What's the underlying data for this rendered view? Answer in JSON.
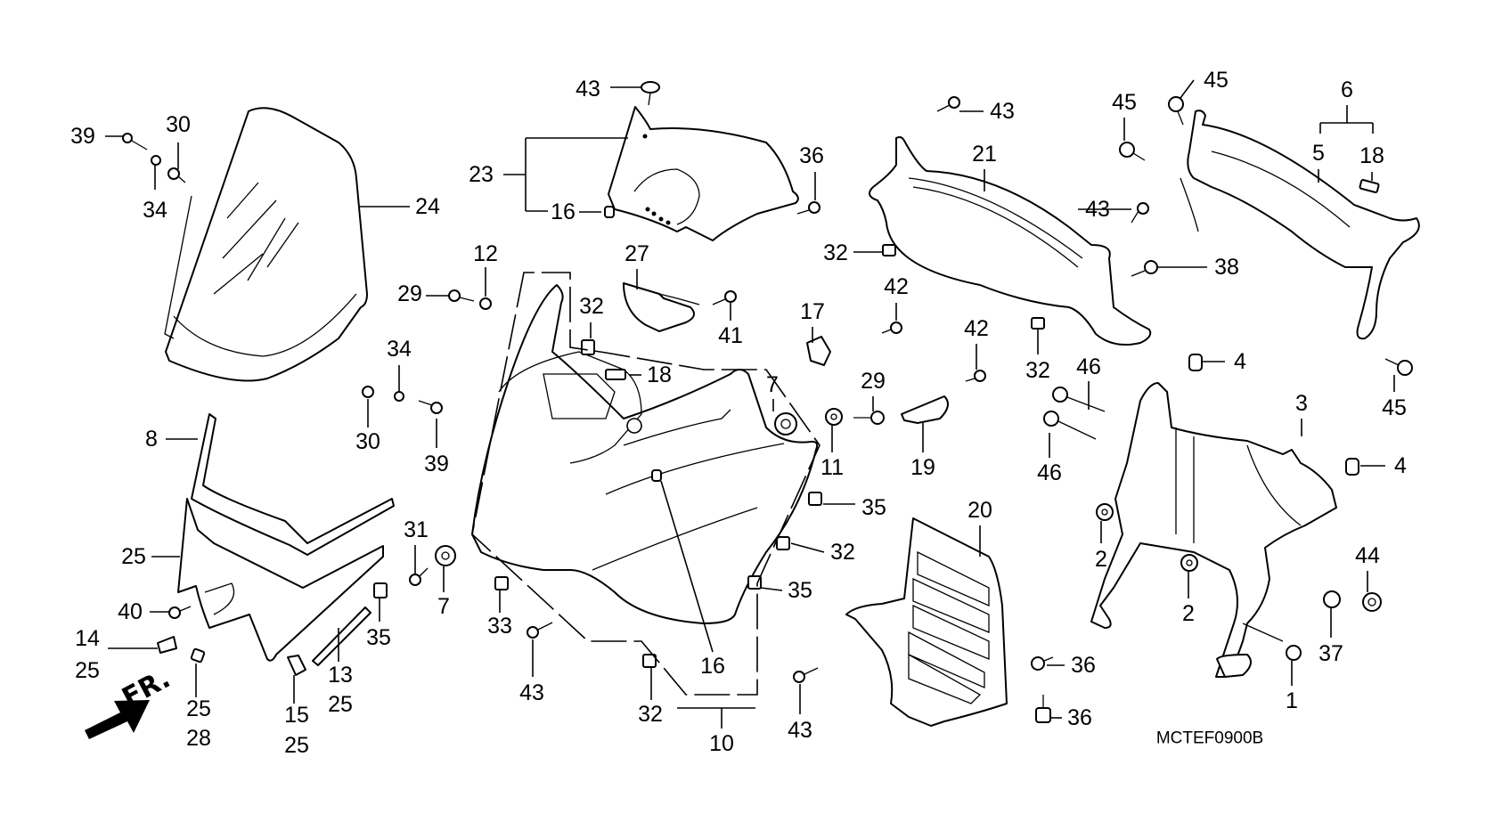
{
  "diagram": {
    "title": "Front cover / windscreen / stay exploded parts diagram",
    "code": "MCTEF0900B",
    "direction_indicator": "FR.",
    "background": "#ffffff",
    "ink": "#000000"
  },
  "labels": [
    {
      "id": "l39a",
      "text": "39"
    },
    {
      "id": "l30a",
      "text": "30"
    },
    {
      "id": "l34a",
      "text": "34"
    },
    {
      "id": "l24",
      "text": "24"
    },
    {
      "id": "l29a",
      "text": "29"
    },
    {
      "id": "l12",
      "text": "12"
    },
    {
      "id": "l34b",
      "text": "34"
    },
    {
      "id": "l30b",
      "text": "30"
    },
    {
      "id": "l39b",
      "text": "39"
    },
    {
      "id": "l43a",
      "text": "43"
    },
    {
      "id": "l23",
      "text": "23"
    },
    {
      "id": "l16a",
      "text": "16"
    },
    {
      "id": "l36a",
      "text": "36"
    },
    {
      "id": "l27",
      "text": "27"
    },
    {
      "id": "l32a",
      "text": "32"
    },
    {
      "id": "l18a",
      "text": "18"
    },
    {
      "id": "l41",
      "text": "41"
    },
    {
      "id": "l7a",
      "text": "7"
    },
    {
      "id": "l11",
      "text": "11"
    },
    {
      "id": "l35a",
      "text": "35"
    },
    {
      "id": "l32b",
      "text": "32"
    },
    {
      "id": "l35b",
      "text": "35"
    },
    {
      "id": "l8",
      "text": "8"
    },
    {
      "id": "l25a",
      "text": "25"
    },
    {
      "id": "l40",
      "text": "40"
    },
    {
      "id": "l14",
      "text": "14"
    },
    {
      "id": "l25b",
      "text": "25"
    },
    {
      "id": "l25c",
      "text": "25"
    },
    {
      "id": "l28",
      "text": "28"
    },
    {
      "id": "l15",
      "text": "15"
    },
    {
      "id": "l25d",
      "text": "25"
    },
    {
      "id": "l13",
      "text": "13"
    },
    {
      "id": "l25e",
      "text": "25"
    },
    {
      "id": "l35c",
      "text": "35"
    },
    {
      "id": "l31",
      "text": "31"
    },
    {
      "id": "l7b",
      "text": "7"
    },
    {
      "id": "l33",
      "text": "33"
    },
    {
      "id": "l43b",
      "text": "43"
    },
    {
      "id": "l16b",
      "text": "16"
    },
    {
      "id": "l32c",
      "text": "32"
    },
    {
      "id": "l10",
      "text": "10"
    },
    {
      "id": "l43c",
      "text": "43"
    },
    {
      "id": "l21",
      "text": "21"
    },
    {
      "id": "l43d",
      "text": "43"
    },
    {
      "id": "l32d",
      "text": "32"
    },
    {
      "id": "l42a",
      "text": "42"
    },
    {
      "id": "l17",
      "text": "17"
    },
    {
      "id": "l42b",
      "text": "42"
    },
    {
      "id": "l32e",
      "text": "32"
    },
    {
      "id": "l29b",
      "text": "29"
    },
    {
      "id": "l19",
      "text": "19"
    },
    {
      "id": "l46a",
      "text": "46"
    },
    {
      "id": "l46b",
      "text": "46"
    },
    {
      "id": "l45a",
      "text": "45"
    },
    {
      "id": "l45b",
      "text": "45"
    },
    {
      "id": "l6",
      "text": "6"
    },
    {
      "id": "l5",
      "text": "5"
    },
    {
      "id": "l18b",
      "text": "18"
    },
    {
      "id": "l38",
      "text": "38"
    },
    {
      "id": "l4a",
      "text": "4"
    },
    {
      "id": "l3",
      "text": "3"
    },
    {
      "id": "l4b",
      "text": "4"
    },
    {
      "id": "l45c",
      "text": "45"
    },
    {
      "id": "l20",
      "text": "20"
    },
    {
      "id": "l2a",
      "text": "2"
    },
    {
      "id": "l2b",
      "text": "2"
    },
    {
      "id": "l44",
      "text": "44"
    },
    {
      "id": "l37",
      "text": "37"
    },
    {
      "id": "l1",
      "text": "1"
    },
    {
      "id": "l36b",
      "text": "36"
    },
    {
      "id": "l36c",
      "text": "36"
    },
    {
      "id": "l43e",
      "text": "43"
    }
  ]
}
